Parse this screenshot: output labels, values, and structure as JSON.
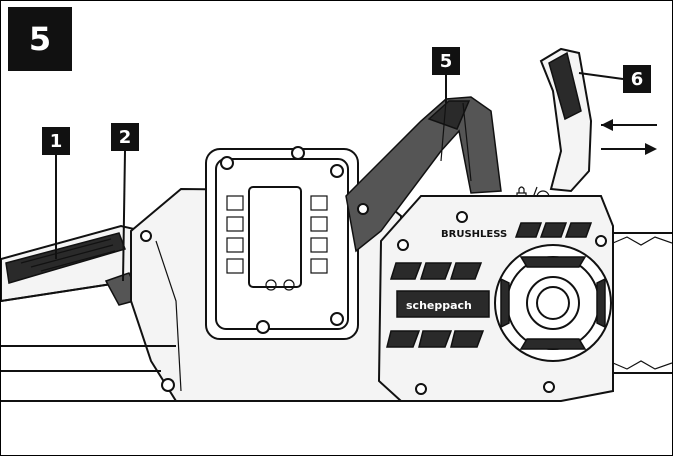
{
  "figure": {
    "number": "5"
  },
  "callouts": [
    {
      "label": "1"
    },
    {
      "label": "2"
    },
    {
      "label": "5"
    },
    {
      "label": "6"
    }
  ],
  "tool": {
    "cover_text": "BRUSHLESS",
    "brand_logo": "scheppach"
  },
  "icons": {
    "direction_arrows": "left-right-arrows-icon",
    "brake_symbol": "chain-brake-lock-icon"
  },
  "colors": {
    "ink": "#111111",
    "paper": "#ffffff",
    "label_bg": "#111111",
    "label_text": "#ffffff"
  }
}
